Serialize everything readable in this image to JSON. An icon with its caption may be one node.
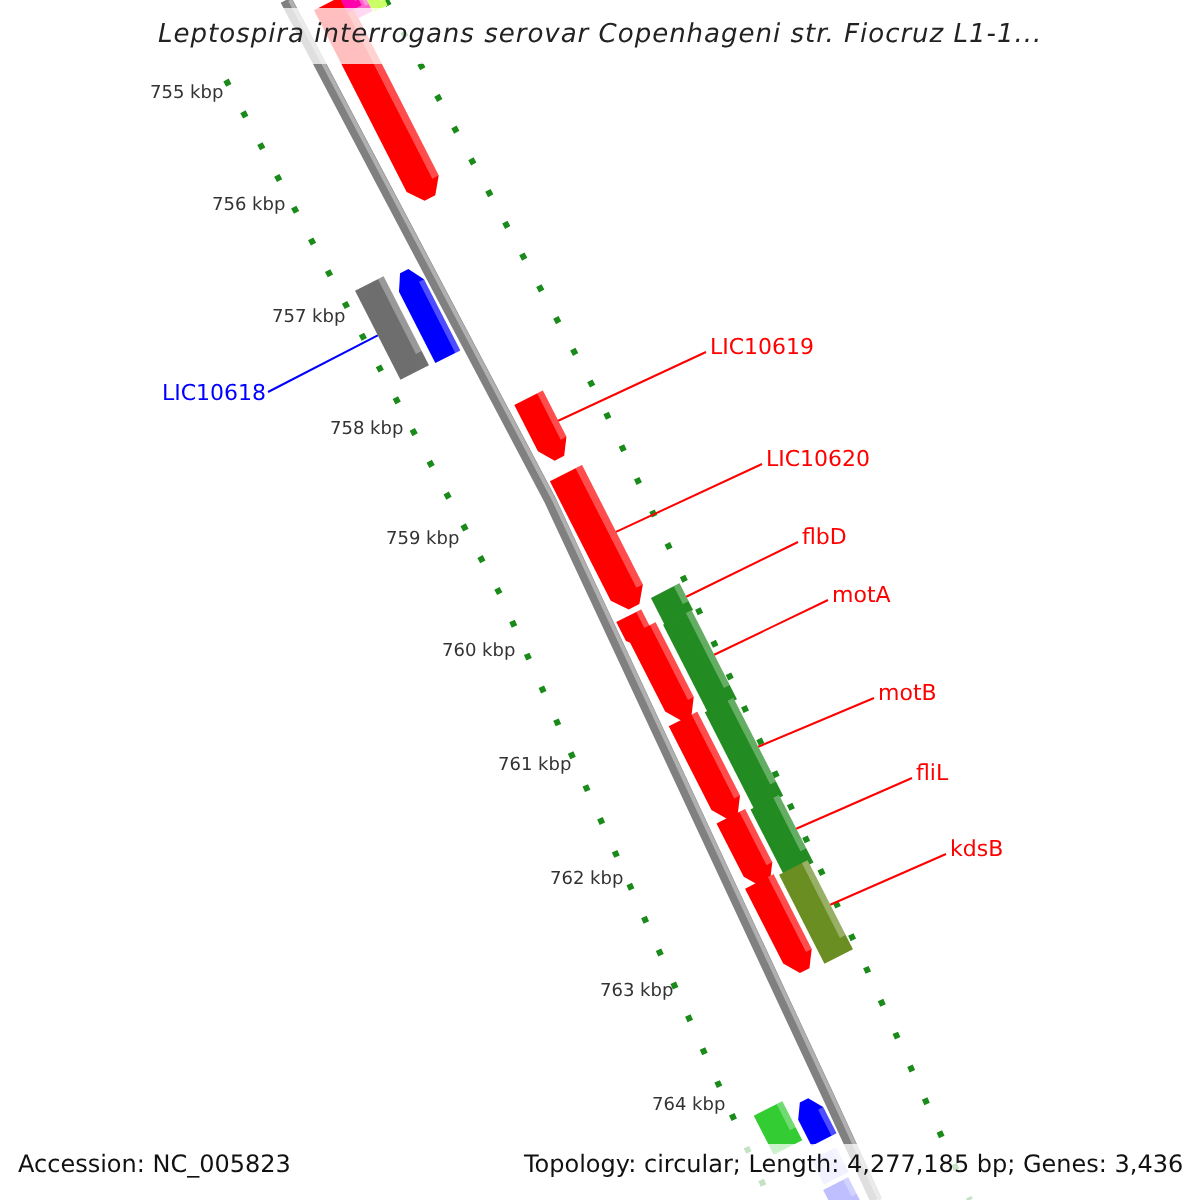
{
  "diagram": {
    "title": "Leptospira interrogans serovar Copenhageni str. Fiocruz L1-1...",
    "nodes": [
      {
        "text": [
          "LIC10618"
        ]
      },
      {
        "text": [],
        "shape": "bar"
      },
      {
        "text": [
          "LIC10619"
        ]
      },
      {
        "text": [],
        "shape": "bar"
      },
      {
        "text": [
          "LIC10620"
        ]
      },
      {
        "text": [],
        "shape": "bar"
      },
      {
        "text": [
          "flbD"
        ]
      },
      {
        "text": [],
        "shape": "bar"
      },
      {
        "text": [
          "motA"
        ]
      },
      {
        "text": [],
        "shape": "bar"
      },
      {
        "text": [
          "motB"
        ]
      },
      {
        "text": [],
        "shape": "bar"
      },
      {
        "text": [
          "fliL"
        ]
      },
      {
        "text": [],
        "shape": "bar"
      },
      {
        "text": [
          "kdsB"
        ]
      },
      {
        "text": [],
        "shape": "bar"
      }
    ],
    "edges": [
      {
        "from": 0,
        "to": 1,
        "arrow": "none",
        "color": "#0000ff"
      },
      {
        "from": 2,
        "to": 3,
        "arrow": "none"
      },
      {
        "from": 4,
        "to": 5,
        "arrow": "none"
      },
      {
        "from": 6,
        "to": 7,
        "arrow": "none"
      },
      {
        "from": 8,
        "to": 9,
        "arrow": "none"
      },
      {
        "from": 10,
        "to": 11,
        "arrow": "none"
      },
      {
        "from": 12,
        "to": 13,
        "arrow": "none"
      },
      {
        "from": 14,
        "to": 15,
        "arrow": "none"
      }
    ],
    "labels": [
      "755 kbp",
      "756 kbp",
      "757 kbp",
      "758 kbp",
      "759 kbp",
      "760 kbp",
      "761 kbp",
      "762 kbp",
      "763 kbp",
      "764 kbp",
      "Accession: NC_005823",
      "Topology: circular; Length: 4,277,185 bp; Genes: 3,436"
    ]
  }
}
